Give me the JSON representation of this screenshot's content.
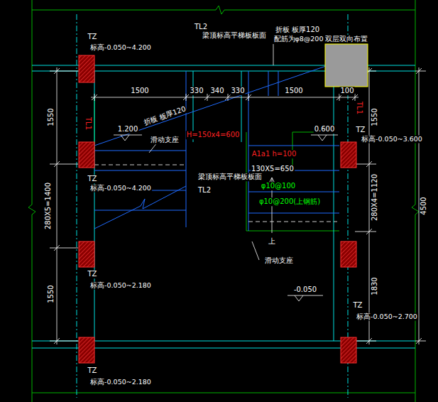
{
  "diagram": {
    "labels": [
      "TL2",
      "梁顶标高平梯板板面",
      "折板 板厚120",
      "配筋为φ8@200 双层双向布置",
      "TZ",
      "标高-0.050~4.200",
      "1500",
      "330",
      "340",
      "330",
      "1500",
      "100",
      "1550",
      "TL1",
      "TL1",
      "1550",
      "1.200",
      "折板 板厚120",
      "滑动支座",
      "H=150x4=600",
      "0.600",
      "TZ",
      "标高-0.050~3.600",
      "A1a1 h=100",
      "130X5=650",
      "φ10@100",
      "φ10@200(上钢筋)",
      "TZ",
      "标高-0.050~4.200",
      "梁顶标高平梯板板面",
      "TL2",
      "280X5=1400",
      "280X4=1120",
      "4500",
      "上",
      "滑动支座",
      "1550",
      "TZ",
      "标高-0.050~2.180",
      "-0.050",
      "TZ",
      "标高-0.050~2.700",
      "1830",
      "TZ",
      "标高-0.050~2.180"
    ]
  }
}
